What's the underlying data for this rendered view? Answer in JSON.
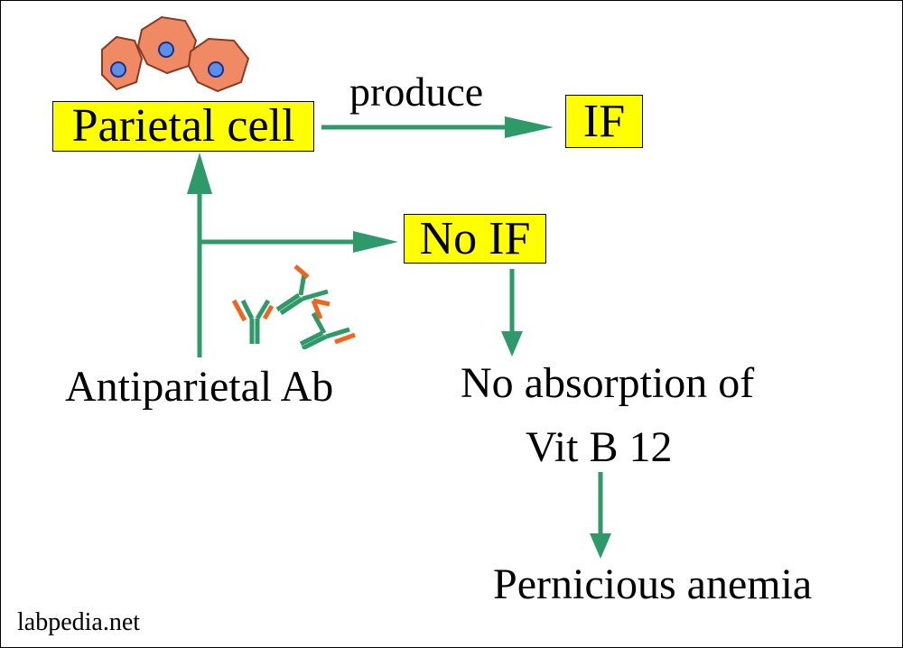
{
  "colors": {
    "box_fill": "#ffff00",
    "arrow": "#2e9a6a",
    "cell_fill": "#f08a64",
    "cell_outline": "#8a3a22",
    "nucleus": "#5b8fe8",
    "antibody_green": "#2e9a6a",
    "antibody_orange": "#f0641e"
  },
  "nodes": {
    "parietal_cell": "Parietal cell",
    "intrinsic_factor": "IF",
    "no_if": "No IF",
    "antiparietal_ab": "Antiparietal Ab",
    "no_absorption_line1": "No absorption of",
    "no_absorption_line2": "Vit B 12",
    "pernicious_anemia": "Pernicious anemia"
  },
  "edges": {
    "produce": "produce"
  },
  "footer": {
    "watermark": "labpedia.net"
  },
  "icons": [
    "parietal-cells-icon",
    "antibody-icon"
  ]
}
